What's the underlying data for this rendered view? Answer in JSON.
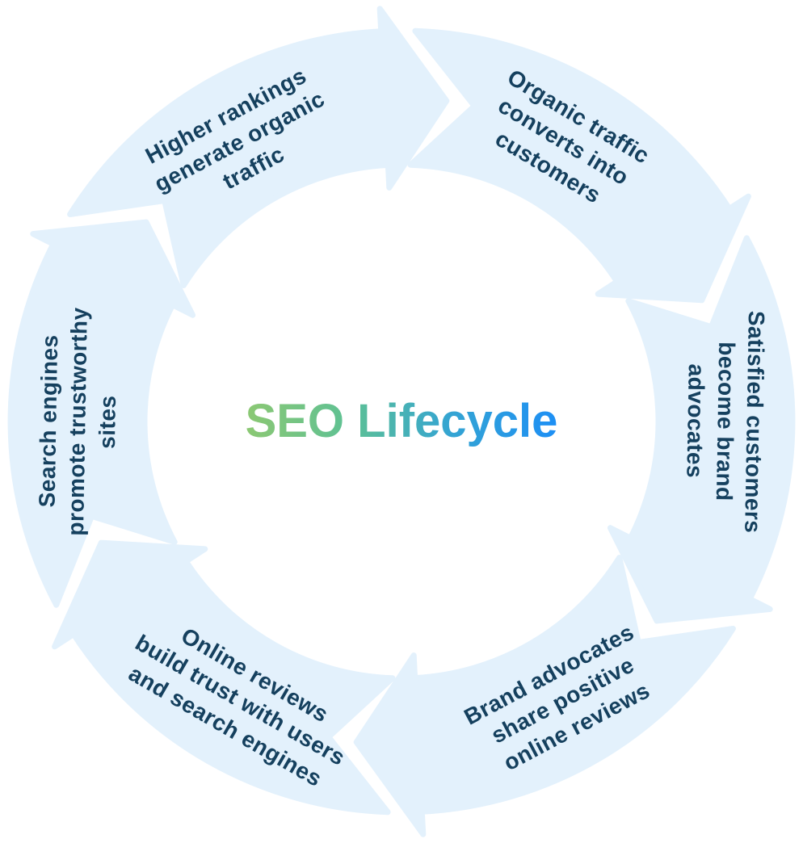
{
  "title": {
    "text": "SEO Lifecycle",
    "gradient_from": "#8cc873",
    "gradient_mid1": "#5ec194",
    "gradient_mid2": "#34a4d3",
    "gradient_to": "#1d8ff5"
  },
  "colors": {
    "arrow_fill": "#e3f1fc",
    "label_text": "#15405e"
  },
  "segments": [
    {
      "position": "top-left",
      "label": "Higher rankings\ngenerate organic\ntraffic"
    },
    {
      "position": "top-right",
      "label": "Organic traffic\nconverts into\ncustomers"
    },
    {
      "position": "right",
      "label": "Satisfied customers\nbecome brand\nadvocates"
    },
    {
      "position": "bottom-right",
      "label": "Brand advocates\nshare positive\nonline reviews"
    },
    {
      "position": "bottom-left",
      "label": "Online reviews\nbuild trust with users\nand search engines"
    },
    {
      "position": "left",
      "label": "Search engines\npromote trustworthy\nsites"
    }
  ]
}
